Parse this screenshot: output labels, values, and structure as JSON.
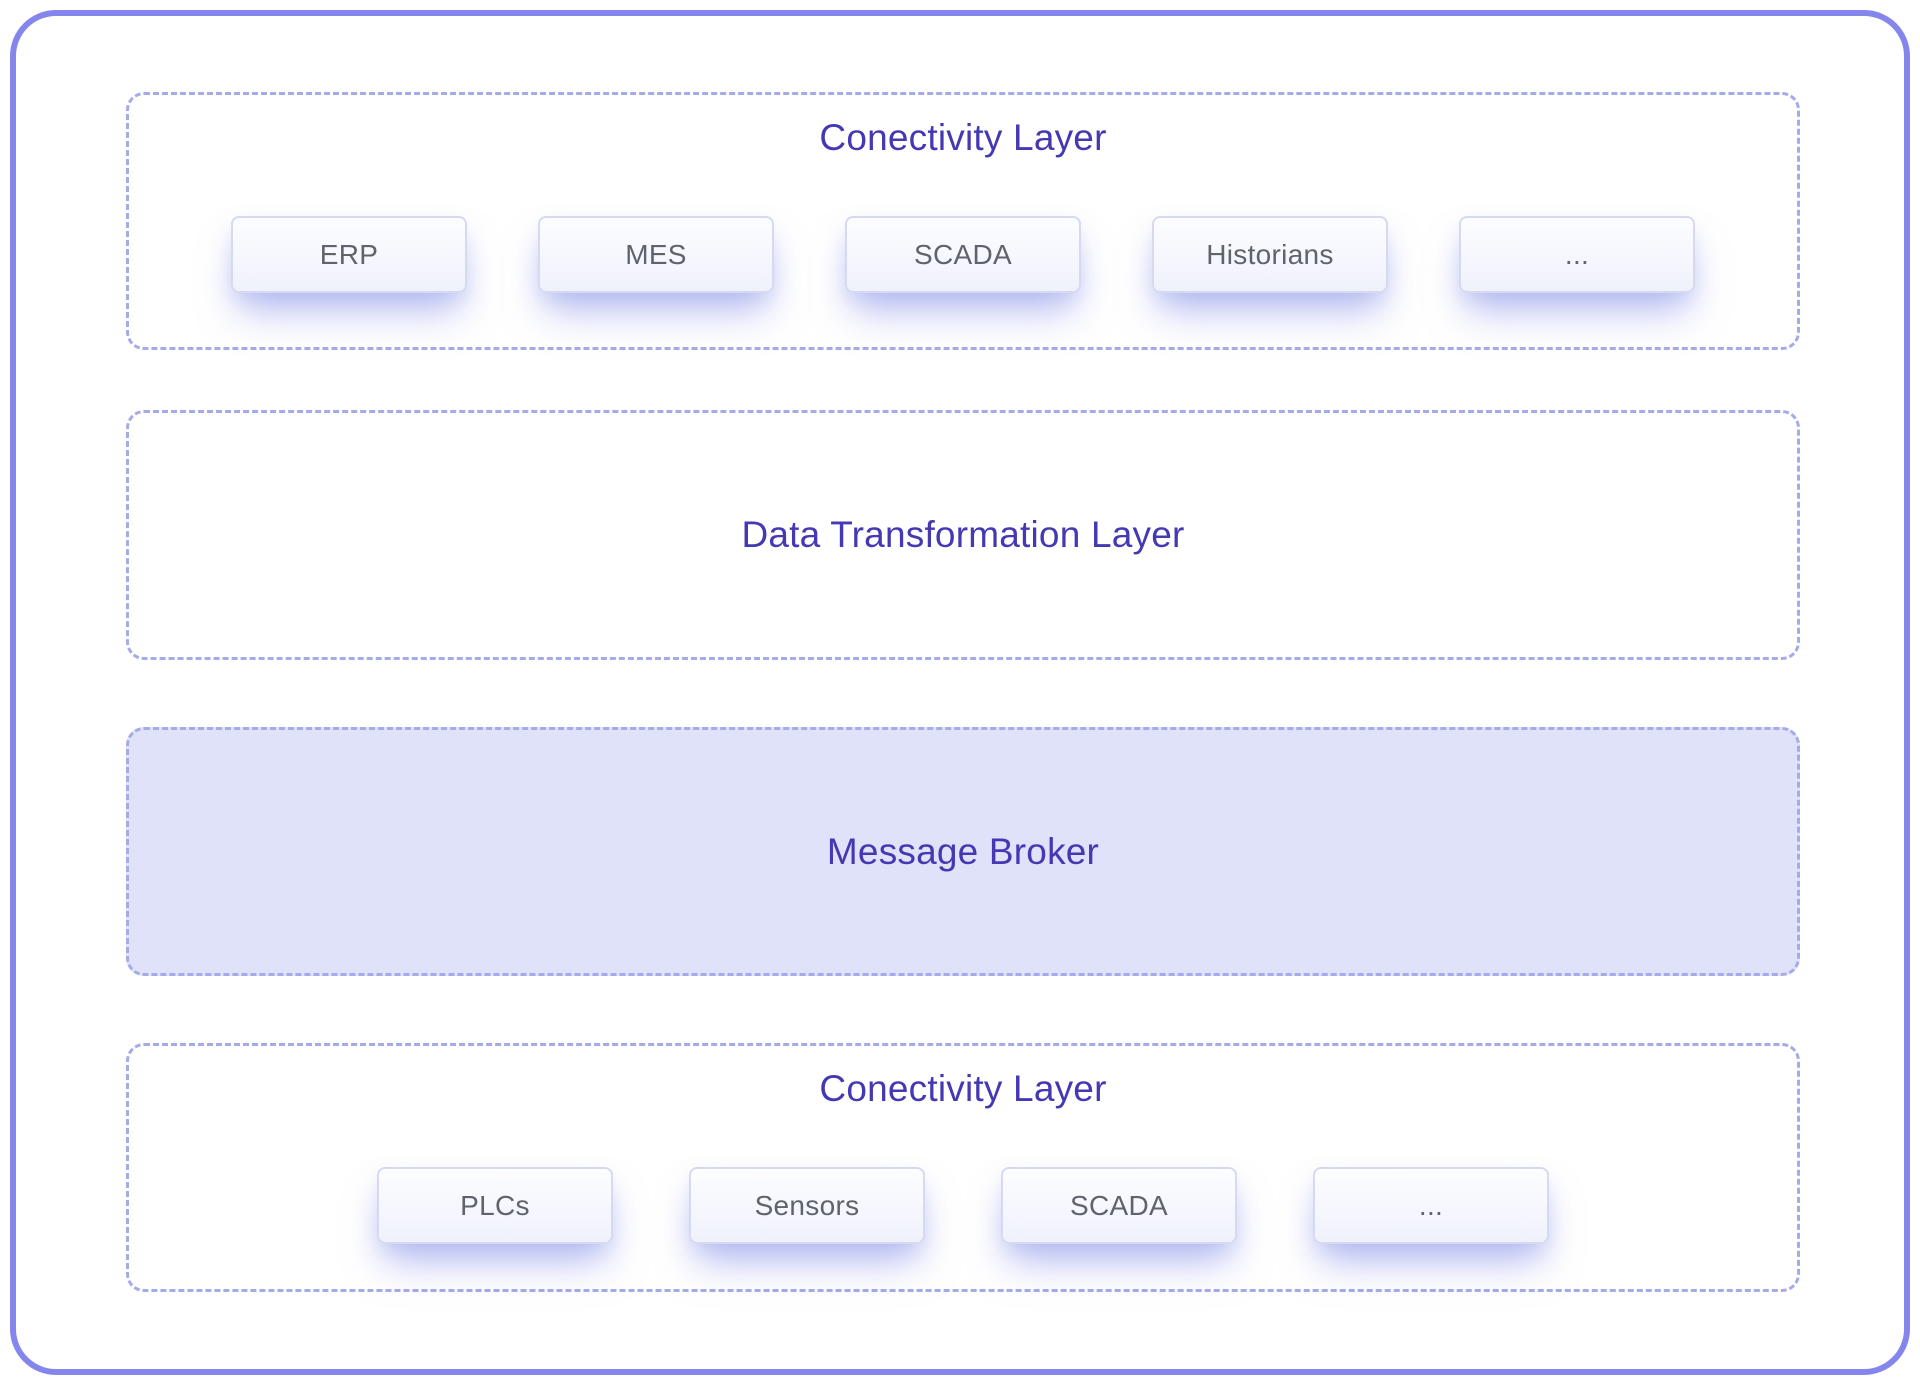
{
  "colors": {
    "outer_border": "#8585ee",
    "dash_border": "#a5aae8",
    "title_text": "#4439b2",
    "chip_text": "#5f636c",
    "chip_border": "#d6daf0",
    "broker_fill": "#dfe2f8"
  },
  "layers": [
    {
      "id": "connectivity-top",
      "title": "Conectivity Layer",
      "items": [
        "ERP",
        "MES",
        "SCADA",
        "Historians",
        "..."
      ]
    },
    {
      "id": "data-transformation",
      "title": "Data Transformation Layer",
      "items": []
    },
    {
      "id": "message-broker",
      "title": "Message Broker",
      "items": []
    },
    {
      "id": "connectivity-bottom",
      "title": "Conectivity Layer",
      "items": [
        "PLCs",
        "Sensors",
        "SCADA",
        "..."
      ]
    }
  ]
}
